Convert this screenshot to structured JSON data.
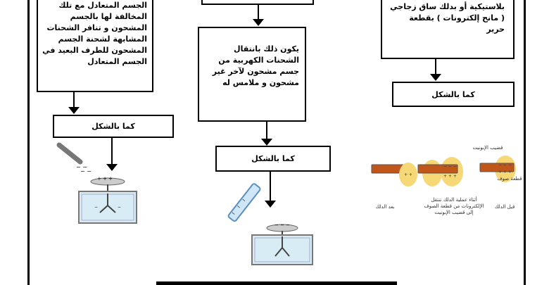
{
  "left_column": {
    "text_box": "الجسم المتعادل مع تلك المخالفة لها بالجسم المشحون و تنافر الشحنات المشابهة لشحنة الجسم المشحون للطرف البعيد في الجسم المتعادل",
    "label": "كما بالشكل"
  },
  "middle_column": {
    "text_box": "يكون ذلك بانتقال الشحنات الكهربية من جسم مشحون لآخر غير مشحون و ملامس له",
    "label": "كما بالشكل"
  },
  "right_column": {
    "text_box": "بلاستيكية أو بدلك ساق زجاجي ( مانح إلكترونات ) بقطعة حرير",
    "label": "كما بالشكل",
    "captions": {
      "glass_rod": "قضيب الإبونيت",
      "wool": "قطعة صوف",
      "before": "قبل الدلك",
      "during": "أثناء عملية الدلك تنتقل الإلكترونات من قطعة الصوف إلى قضيب الإبونيت",
      "after": "بعد الدلك"
    }
  }
}
